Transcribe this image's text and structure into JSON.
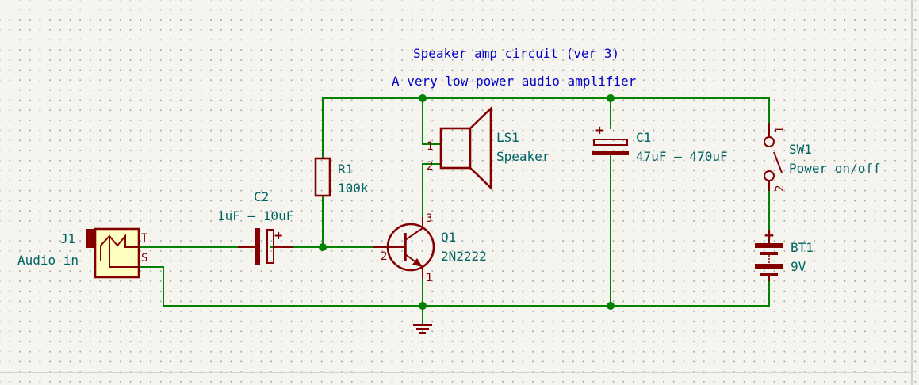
{
  "title": "Speaker amp circuit (ver 3)",
  "subtitle": "A very low–power audio amplifier",
  "components": {
    "j1": {
      "ref": "J1",
      "value": "Audio in",
      "pin_t": "T",
      "pin_s": "S"
    },
    "c2": {
      "ref": "C2",
      "value": "1uF – 10uF",
      "plus": "+"
    },
    "r1": {
      "ref": "R1",
      "value": "100k"
    },
    "q1": {
      "ref": "Q1",
      "value": "2N2222",
      "pin_c": "3",
      "pin_b": "2",
      "pin_e": "1"
    },
    "ls1": {
      "ref": "LS1",
      "value": "Speaker",
      "pin1": "1",
      "pin2": "2"
    },
    "c1": {
      "ref": "C1",
      "value": "47uF – 470uF",
      "plus": "+"
    },
    "sw1": {
      "ref": "SW1",
      "value": "Power on/off",
      "pin1": "1",
      "pin2": "2"
    },
    "bt1": {
      "ref": "BT1",
      "value": "9V",
      "plus": "+"
    }
  },
  "colors": {
    "wire": "#008400",
    "symbol": "#840000",
    "reference": "#006464",
    "title": "#0000c8",
    "connector_fill": "#ffffc2"
  }
}
